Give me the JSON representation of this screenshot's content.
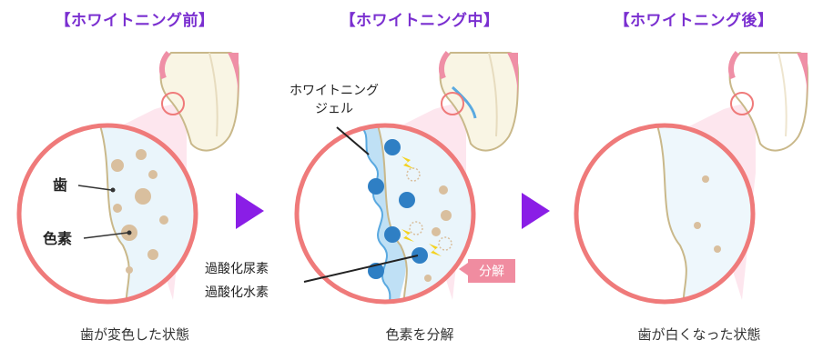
{
  "panels": [
    {
      "title": "【ホワイトニング前】",
      "caption": "歯が変色した状態"
    },
    {
      "title": "【ホワイトニング中】",
      "caption": "色素を分解"
    },
    {
      "title": "【ホワイトニング後】",
      "caption": "歯が白くなった状態"
    }
  ],
  "labels": {
    "tooth": "歯",
    "pigment": "色素",
    "gel_line1": "ホワイトニング",
    "gel_line2": "ジェル",
    "peroxide_line1": "過酸化尿素",
    "peroxide_line2": "過酸化水素",
    "decompose": "分解"
  },
  "colors": {
    "title": "#7a2fd0",
    "arrow": "#8a1ee6",
    "circle_border": "#ef7a7a",
    "pigment": "#d9bf9e",
    "gel": "#bfe0f5",
    "molecule": "#2f7fc4",
    "pigment_label": "#e6318a",
    "decompose_badge": "#f08ca0",
    "spark": "#f4d21f"
  }
}
